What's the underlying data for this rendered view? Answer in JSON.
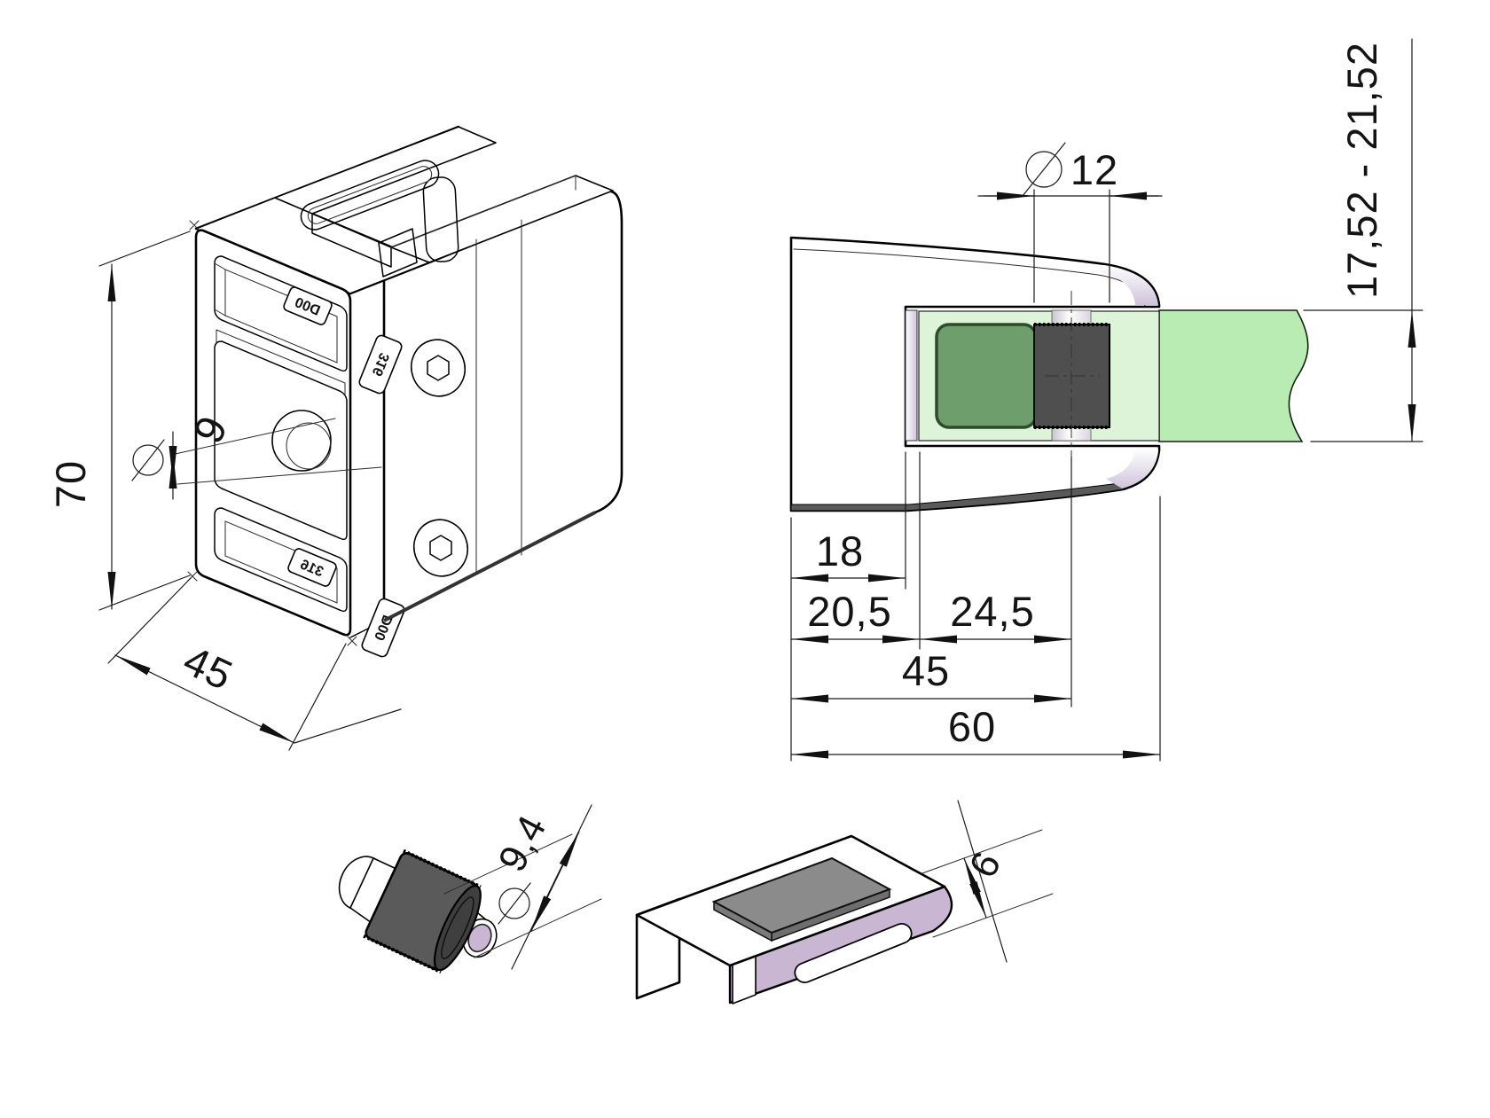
{
  "drawing": {
    "background": "#ffffff",
    "description": "Glass clamp technical drawing with isometric view, top view, pin detail and gasket detail",
    "dimensions": {
      "height": "70",
      "width": "45",
      "mount_hole": "9",
      "roller_diameter": "12",
      "glass_range": "17,52 - 21,52",
      "slot_depth": "18",
      "glass_start": "20,5",
      "roller_offset": "24,5",
      "roller_center": "45",
      "depth": "60",
      "pin_diameter": "9,4",
      "gasket_thickness": "6"
    },
    "markings": {
      "front_top": "D00",
      "front_bottom": "316",
      "edge_top": "316",
      "edge_bottom": "D00"
    },
    "colors": {
      "glass": "#b9ecb2",
      "glass_pale": "#def4d9",
      "gasket_green": "#6f9e6d",
      "rubber_dark": "#555555",
      "pad_gray": "#8b8b8b",
      "lavender": "#c9b6d3",
      "line": "#000000"
    }
  }
}
